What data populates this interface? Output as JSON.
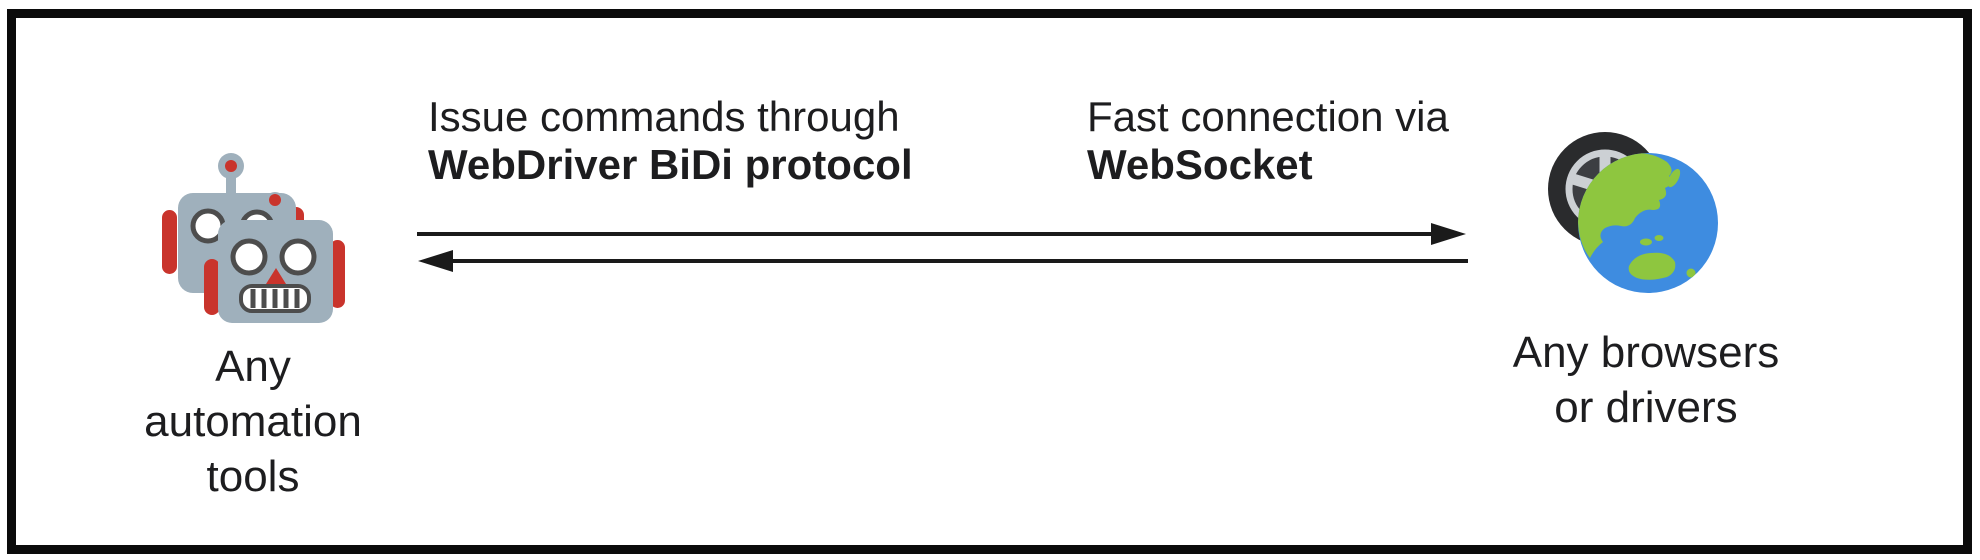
{
  "colors": {
    "frame": "#0b0b0b",
    "text": "#1d1d1f",
    "arrow": "#1a1a1a",
    "robot-body": "#9fb0bc",
    "robot-red": "#c9342c",
    "robot-detail": "#4d4d4d",
    "tire-tread": "#2a2b2d",
    "tire-dark": "#3c3e42",
    "tire-rim": "#ccd0d4",
    "globe-ocean": "#3e8ce0",
    "globe-land": "#8ec63f"
  },
  "nodes": {
    "automation_tools": {
      "icon": "robots-icon",
      "caption_lines": [
        "Any",
        "automation",
        "tools"
      ]
    },
    "browsers": {
      "icon": "globe-wheel-icon",
      "caption_lines": [
        "Any browsers",
        "or drivers"
      ]
    }
  },
  "connection": {
    "forward_label": {
      "regular": "Issue commands through",
      "bold": "WebDriver BiDi protocol"
    },
    "return_label": {
      "regular": "Fast connection via",
      "bold": "WebSocket"
    },
    "forward_arrow_direction": "right",
    "return_arrow_direction": "left"
  }
}
